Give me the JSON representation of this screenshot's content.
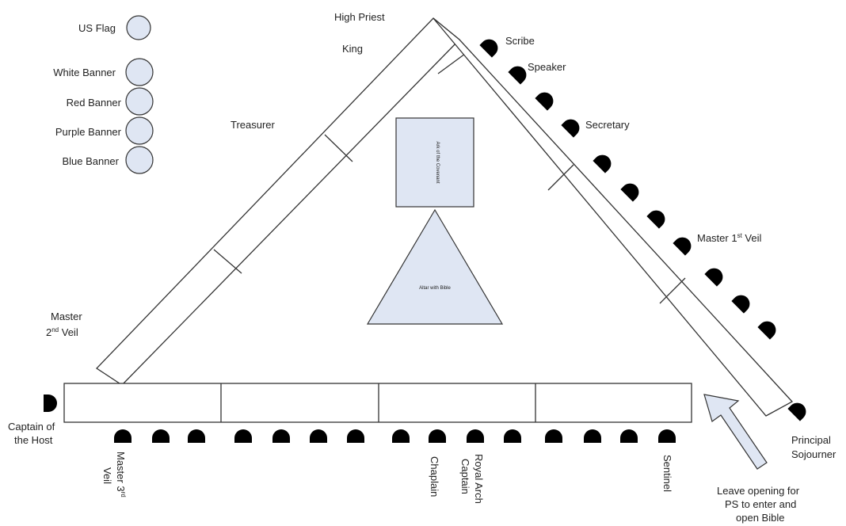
{
  "banners": [
    {
      "label": "US Flag",
      "color": "#dfe6f3"
    },
    {
      "label": "White Banner",
      "color": "#dfe6f3"
    },
    {
      "label": "Red Banner",
      "color": "#dfe6f3"
    },
    {
      "label": "Purple Banner",
      "color": "#dfe6f3"
    },
    {
      "label": "Blue Banner",
      "color": "#dfe6f3"
    }
  ],
  "officers": {
    "high_priest": "High Priest",
    "king": "King",
    "scribe": "Scribe",
    "speaker": "Speaker",
    "treasurer": "Treasurer",
    "secretary": "Secretary",
    "master_1st_veil": {
      "base": "Master 1",
      "sup": "st",
      "rest": " Veil"
    },
    "master_2nd_veil": {
      "line1": "Master",
      "line2_num": "2",
      "line2_sup": "nd",
      "line2_rest": " Veil"
    },
    "captain_of_host": {
      "line1": "Captain of",
      "line2": "the Host"
    },
    "principal_sojourner": {
      "line1": "Principal",
      "line2": "Sojourner"
    },
    "master_3rd_veil": {
      "line1": "Master 3",
      "line1_sup": "rd",
      "line2": "Veil"
    },
    "chaplain": "Chaplain",
    "royal_arch_captain": {
      "line1": "Royal Arch",
      "line2": "Captain"
    },
    "sentinel": "Sentinel"
  },
  "ark_label": "Ark of the Covenant",
  "altar_label": "Altar with Bible",
  "note": {
    "line1": "Leave opening for",
    "line2": "PS to enter and",
    "line3": "open Bible"
  },
  "icons": [
    "chair-icon",
    "banner-icon",
    "arrow-icon"
  ],
  "colors": {
    "fill": "#dfe6f3",
    "line": "#333333"
  }
}
